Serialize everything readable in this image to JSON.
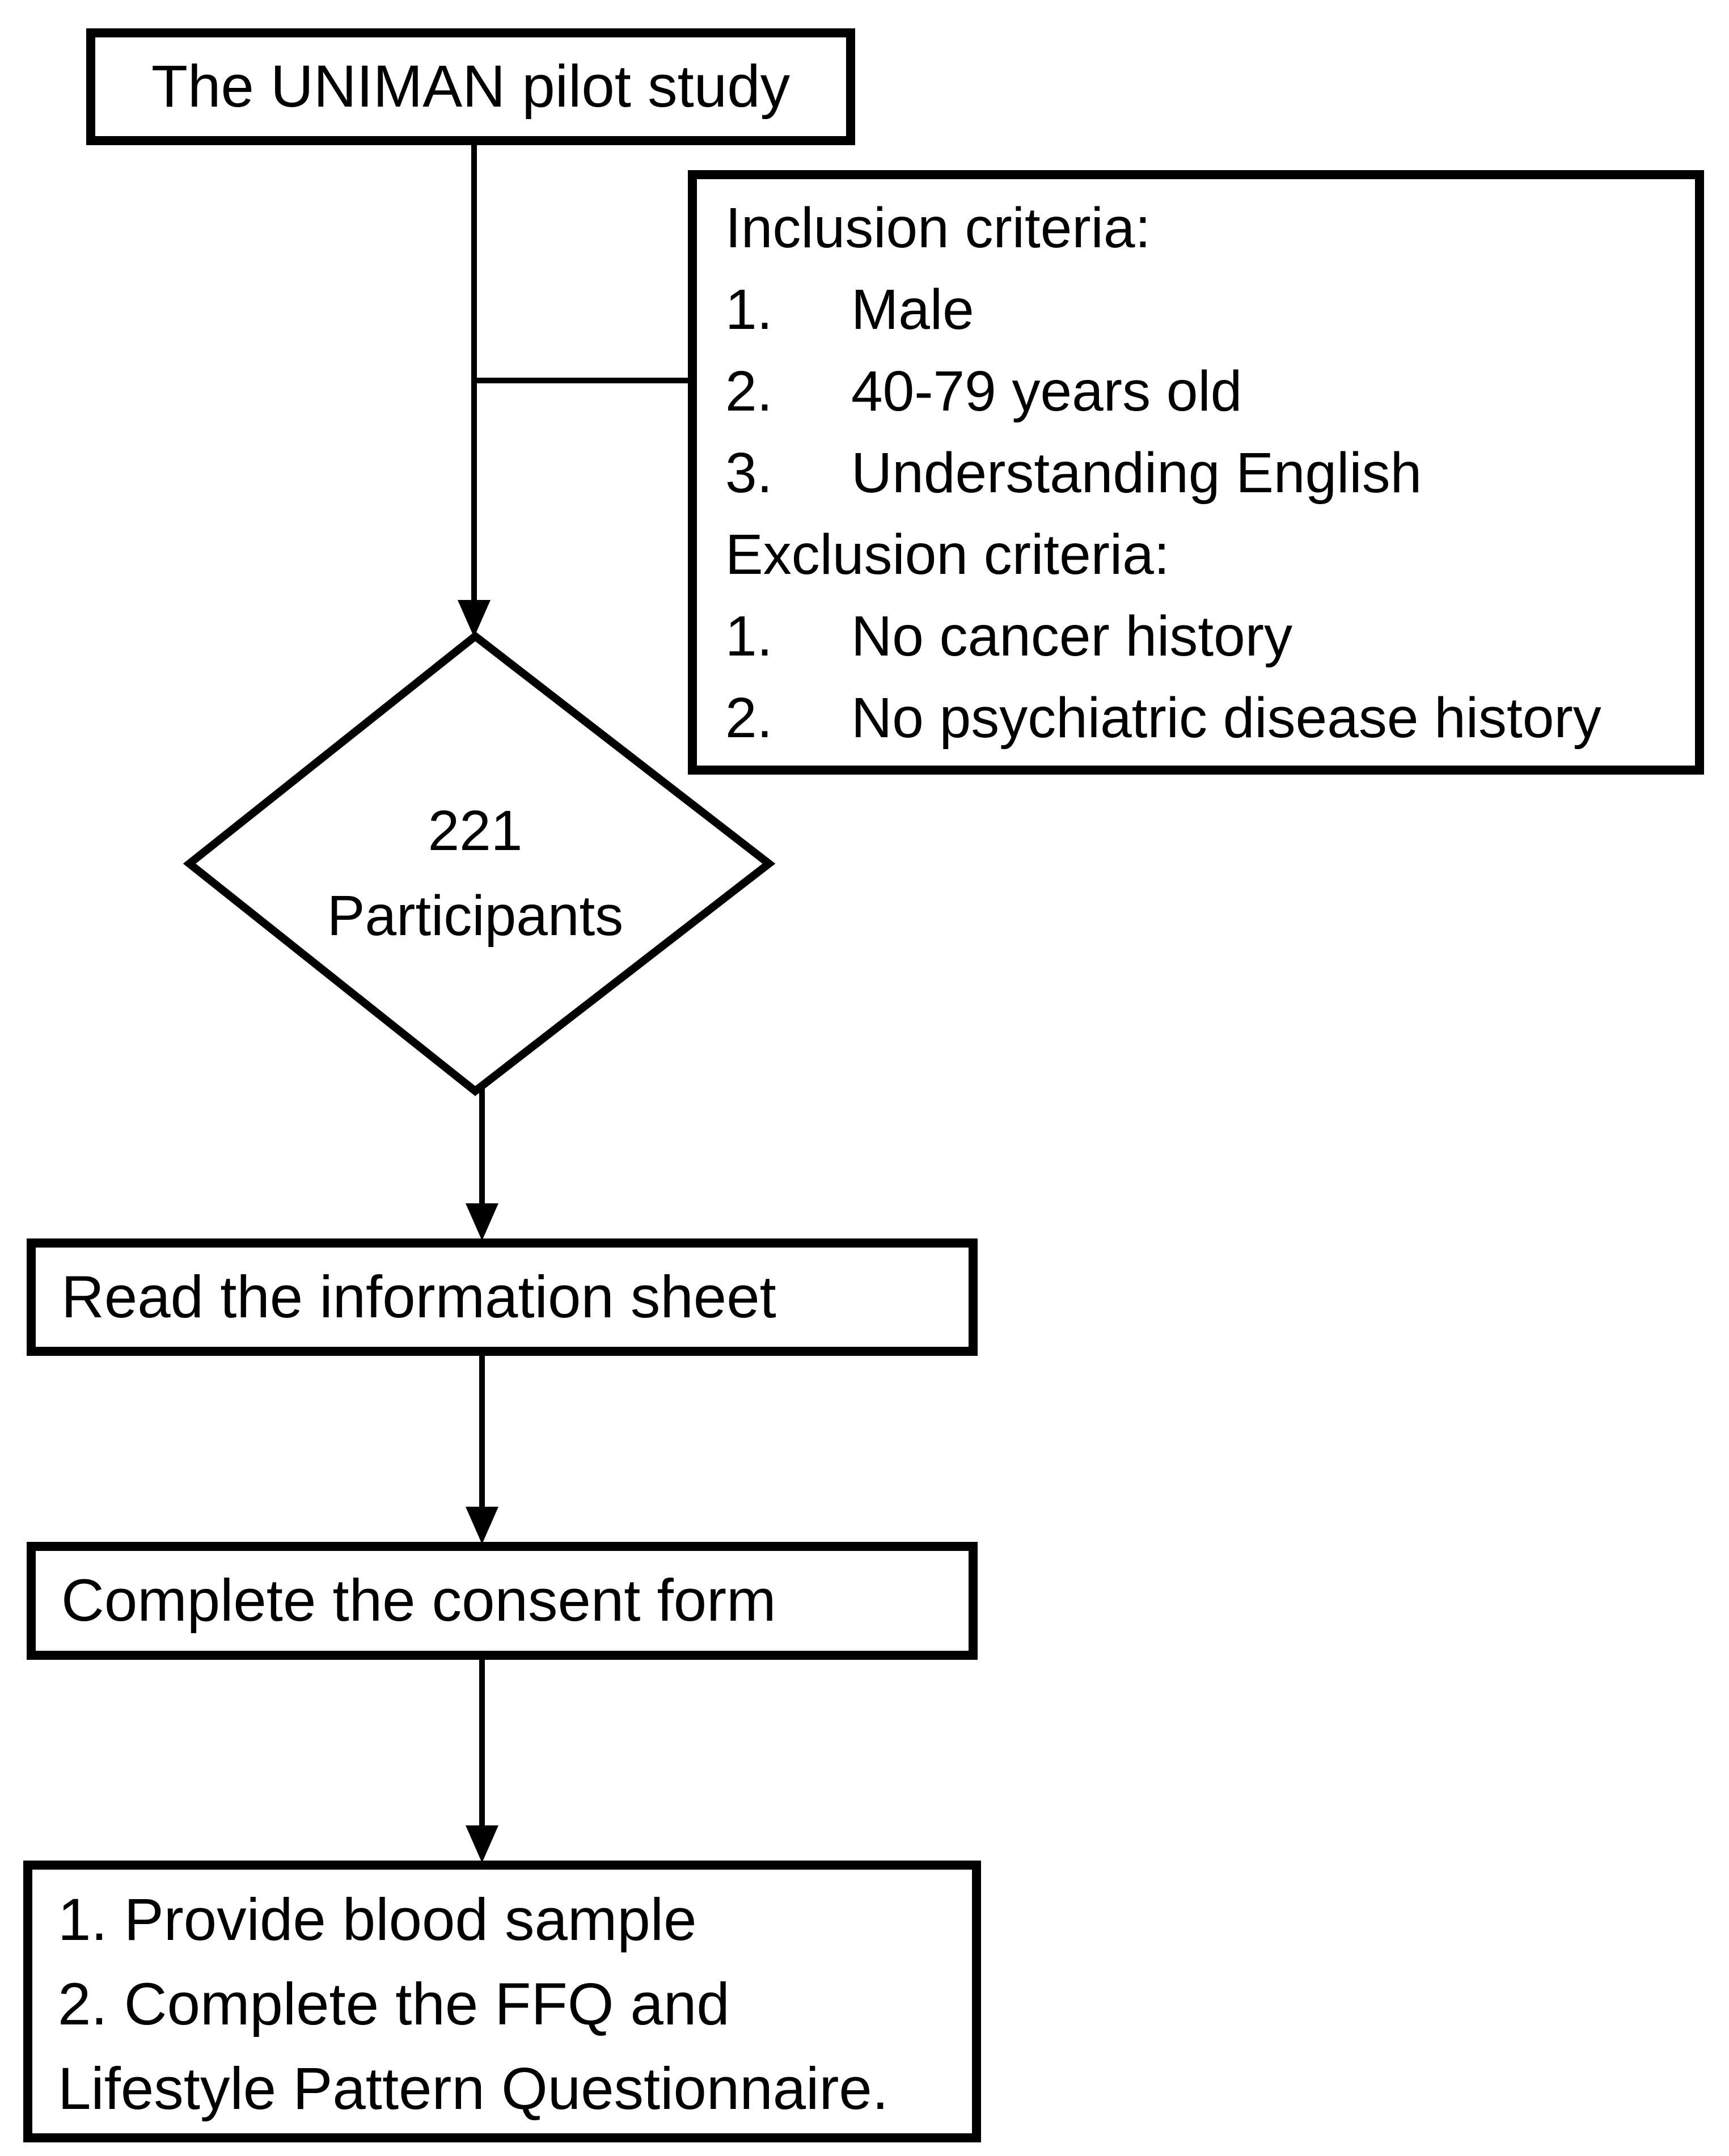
{
  "diagram": {
    "colors": {
      "background": "#ffffff",
      "stroke": "#000000",
      "text": "#000000"
    },
    "title_box": {
      "label": "The UNIMAN pilot study"
    },
    "criteria_box": {
      "inclusion_header": "Inclusion criteria:",
      "inclusion_items": [
        {
          "number": "1.",
          "text": "Male"
        },
        {
          "number": "2.",
          "text": "40-79 years old"
        },
        {
          "number": "3.",
          "text": "Understanding English"
        }
      ],
      "exclusion_header": "Exclusion criteria:",
      "exclusion_items": [
        {
          "number": "1.",
          "text": "No cancer history"
        },
        {
          "number": "2.",
          "text": "No psychiatric disease history"
        }
      ]
    },
    "participants_diamond": {
      "count": "221",
      "label": "Participants"
    },
    "steps": [
      {
        "label": "Read the information sheet"
      },
      {
        "label": "Complete the consent form"
      }
    ],
    "final_box": {
      "lines": [
        "1. Provide blood sample",
        "2. Complete the FFQ and",
        "Lifestyle Pattern Questionnaire."
      ]
    }
  }
}
